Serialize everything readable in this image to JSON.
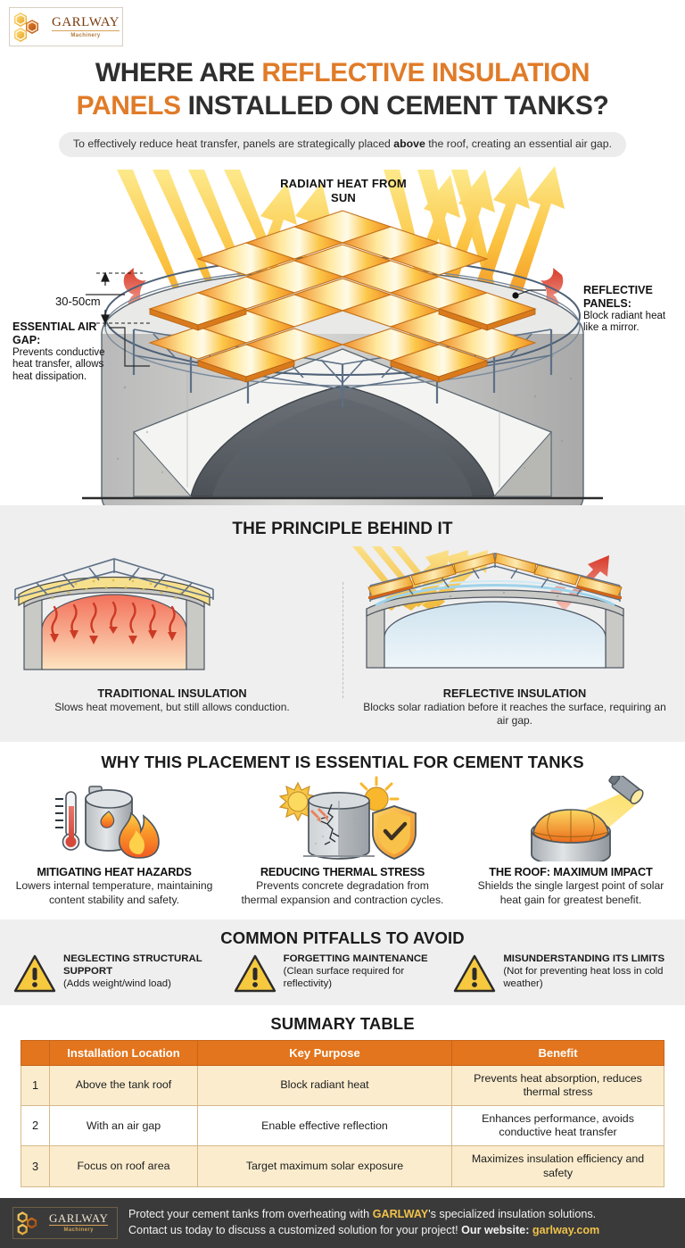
{
  "brand": {
    "name": "GARLWAY",
    "tagline": "Machinery",
    "accent_orange": "#e07b28",
    "table_header": "#e2751d",
    "gold": "#f0c24a"
  },
  "header": {
    "title_part1": "WHERE ARE ",
    "title_highlight1": "REFLECTIVE INSULATION",
    "title_highlight2": "PANELS",
    "title_part2": " INSTALLED ON CEMENT TANKS?",
    "subtitle_before": "To effectively reduce heat transfer, panels are strategically placed ",
    "subtitle_bold": "above",
    "subtitle_after": " the roof, creating an essential air gap."
  },
  "hero": {
    "radiant_label": "RADIANT HEAT FROM SUN",
    "gap_measure": "30-50cm",
    "air_gap_title": "ESSENTIAL AIR GAP:",
    "air_gap_body": "Prevents conductive heat transfer, allows heat dissipation.",
    "panels_title": "REFLECTIVE PANELS:",
    "panels_body": "Block radiant heat like a mirror."
  },
  "principle": {
    "section_title": "THE PRINCIPLE BEHIND IT",
    "columns": [
      {
        "heading": "TRADITIONAL INSULATION",
        "body": "Slows heat movement, but still allows conduction."
      },
      {
        "heading": "REFLECTIVE INSULATION",
        "body": "Blocks solar radiation before it reaches the surface, requiring an air gap."
      }
    ]
  },
  "why": {
    "section_title": "WHY THIS PLACEMENT IS ESSENTIAL FOR CEMENT TANKS",
    "items": [
      {
        "icon": "thermometer-tank-flame-icon",
        "heading": "MITIGATING HEAT HAZARDS",
        "body": "Lowers internal temperature, maintaining content stability and safety."
      },
      {
        "icon": "cracked-tank-shield-sun-icon",
        "heading": "REDUCING THERMAL STRESS",
        "body": "Prevents concrete degradation from thermal expansion and contraction cycles."
      },
      {
        "icon": "spotlight-on-tank-roof-icon",
        "heading": "THE ROOF: MAXIMUM IMPACT",
        "body": "Shields the single largest point of solar heat gain for greatest benefit."
      }
    ]
  },
  "pitfalls": {
    "section_title": "COMMON PITFALLS TO AVOID",
    "items": [
      {
        "icon": "warning-triangle-icon",
        "heading": "NEGLECTING STRUCTURAL SUPPORT",
        "body": "(Adds weight/wind load)"
      },
      {
        "icon": "warning-triangle-icon",
        "heading": "FORGETTING MAINTENANCE",
        "body": "(Clean surface required for reflectivity)"
      },
      {
        "icon": "warning-triangle-icon",
        "heading": "MISUNDERSTANDING ITS LIMITS",
        "body": "(Not for preventing heat loss in cold weather)"
      }
    ]
  },
  "summary": {
    "section_title": "SUMMARY TABLE",
    "columns": [
      "",
      "Installation Location",
      "Key Purpose",
      "Benefit"
    ],
    "rows": [
      {
        "index": "1",
        "location": "Above the tank roof",
        "purpose": "Block radiant heat",
        "benefit": "Prevents heat absorption, reduces thermal stress"
      },
      {
        "index": "2",
        "location": "With an air gap",
        "purpose": "Enable effective reflection",
        "benefit": "Enhances performance, avoids conductive heat transfer"
      },
      {
        "index": "3",
        "location": "Focus on roof area",
        "purpose": "Target maximum solar exposure",
        "benefit": "Maximizes insulation efficiency and safety"
      }
    ]
  },
  "footer": {
    "line1_before": "Protect your cement tanks from overheating with ",
    "line1_brand": "GARLWAY",
    "line1_after": "'s specialized insulation solutions.",
    "line2_before": "Contact us today to discuss a customized solution for your project! ",
    "line2_label": "Our website: ",
    "line2_site": "garlway.com"
  }
}
